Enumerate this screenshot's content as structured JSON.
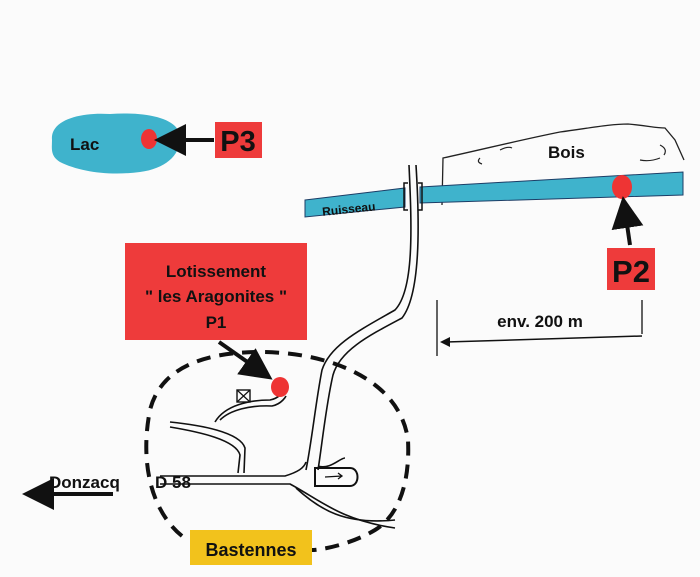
{
  "labels": {
    "lake": "Lac",
    "woods": "Bois",
    "stream": "Ruisseau",
    "distance": "env. 200 m",
    "destination": "Donzacq",
    "road_number": "D 58",
    "village": "Bastennes"
  },
  "points": {
    "p1": {
      "line1": "Lotissement",
      "line2": "\" les Aragonites \"",
      "line3": "P1"
    },
    "p2": "P2",
    "p3": "P3"
  },
  "colors": {
    "water": "#3fb3cc",
    "marker": "#ee3434",
    "label_box": "#ee3b3b",
    "village_box": "#f2c21c"
  }
}
